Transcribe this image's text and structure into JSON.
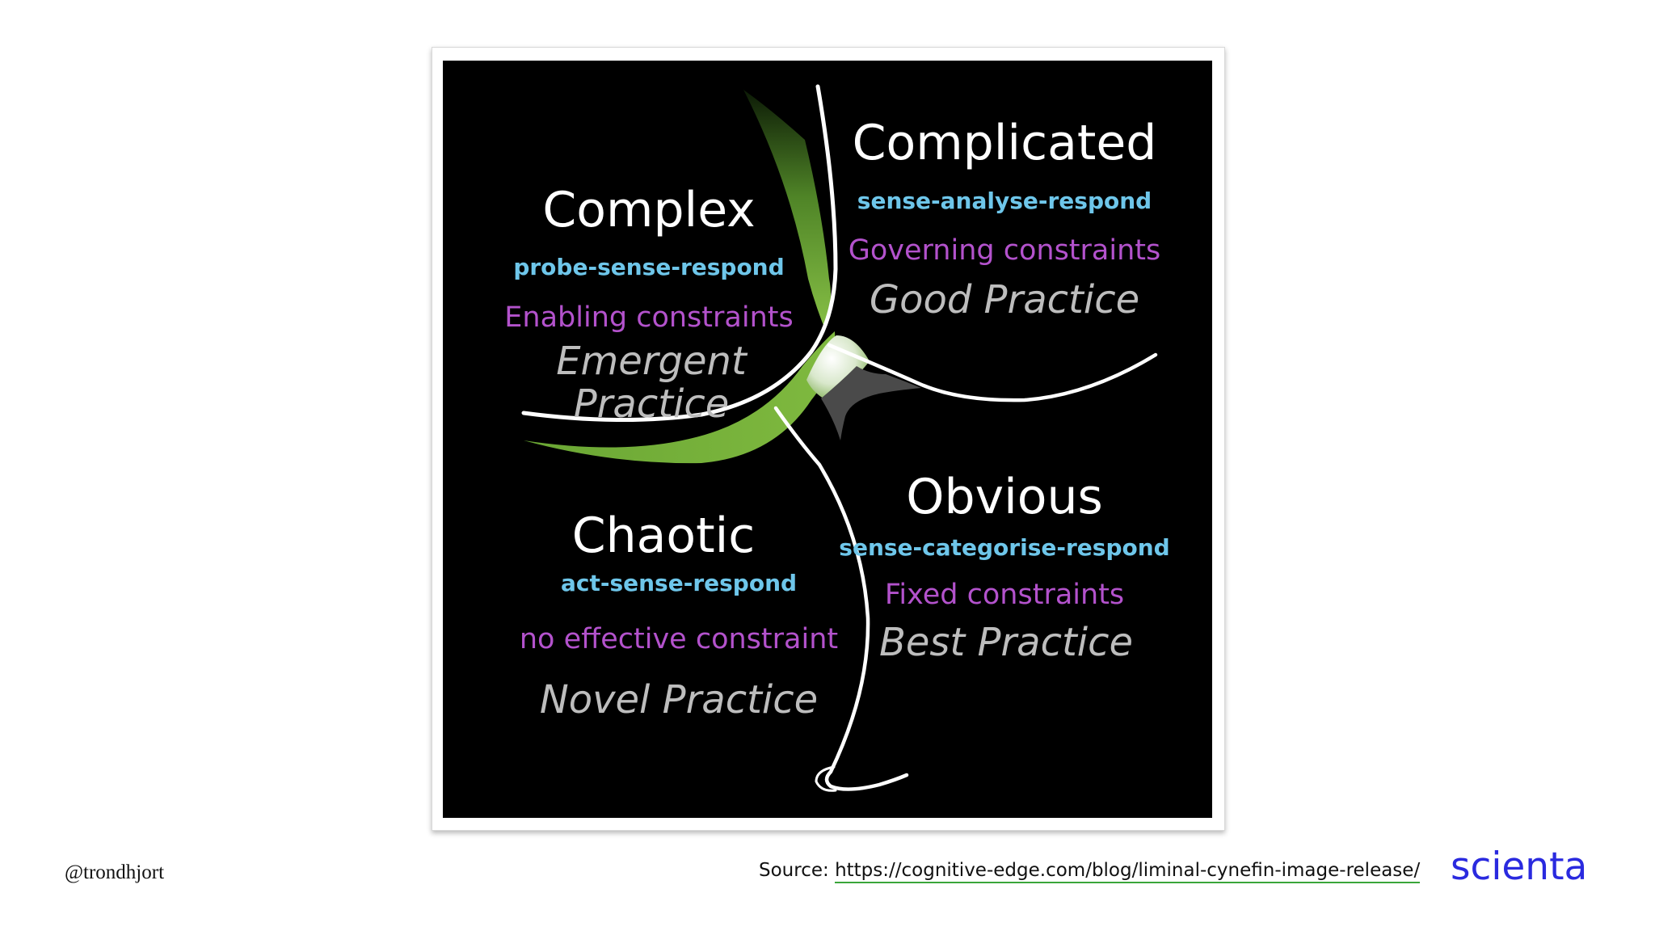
{
  "diagram": {
    "domains": {
      "complicated": {
        "title": "Complicated",
        "approach": "sense-analyse-respond",
        "constraints": "Governing constraints",
        "practice": "Good Practice"
      },
      "complex": {
        "title": "Complex",
        "approach": "probe-sense-respond",
        "constraints": "Enabling constraints",
        "practice_line1": "Emergent",
        "practice_line2": "Practice"
      },
      "chaotic": {
        "title": "Chaotic",
        "approach": "act-sense-respond",
        "constraints": "no effective constraint",
        "practice": "Novel Practice"
      },
      "obvious": {
        "title": "Obvious",
        "approach": "sense-categorise-respond",
        "constraints": "Fixed constraints",
        "practice": "Best Practice"
      }
    },
    "colors": {
      "title": "#ffffff",
      "approach": "#6ec6ea",
      "constraints": "#b352cc",
      "practice": "#bdbdbd",
      "liminal_green": "#79b43c",
      "background": "#000000"
    }
  },
  "footer": {
    "handle": "@trondhjort",
    "source_label": "Source:",
    "source_url": "https://cognitive-edge.com/blog/liminal-cynefin-image-release/",
    "logo_text": "scienta"
  }
}
